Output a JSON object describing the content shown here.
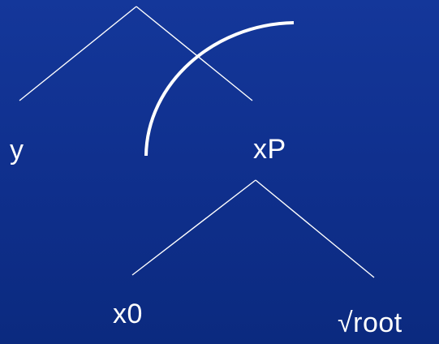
{
  "diagram": {
    "type": "syntax-tree",
    "nodes": [
      {
        "id": "y",
        "label": "y"
      },
      {
        "id": "xP",
        "label": "xP"
      },
      {
        "id": "x0",
        "label": "x0"
      },
      {
        "id": "root",
        "label": "√root"
      }
    ],
    "edges": [
      {
        "from": "top",
        "to": "y"
      },
      {
        "from": "top",
        "to": "xP"
      },
      {
        "from": "xP",
        "to": "x0"
      },
      {
        "from": "xP",
        "to": "root"
      }
    ],
    "colors": {
      "background": "#12348f",
      "lines": "#ffffff",
      "text": "#ffffff"
    }
  }
}
